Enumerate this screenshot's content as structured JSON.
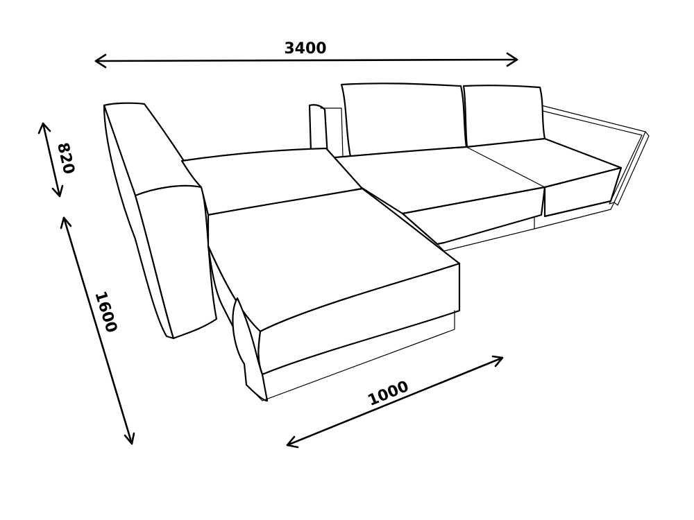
{
  "diagram": {
    "dimensions": {
      "width": "3400",
      "height": "820",
      "depth": "1600",
      "chaise_width": "1000"
    }
  }
}
